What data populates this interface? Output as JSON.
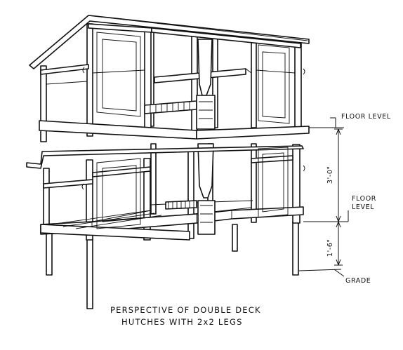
{
  "labels": {
    "floor_level_upper": "FLOOR LEVEL",
    "floor_level_lower_1": "FLOOR",
    "floor_level_lower_2": "LEVEL",
    "grade": "GRADE",
    "dim_upper": "3'-0\"",
    "dim_lower": "1'-6\""
  },
  "caption": {
    "line1": "PERSPECTIVE OF DOUBLE DECK",
    "line2": "HUTCHES WITH 2x2 LEGS"
  }
}
